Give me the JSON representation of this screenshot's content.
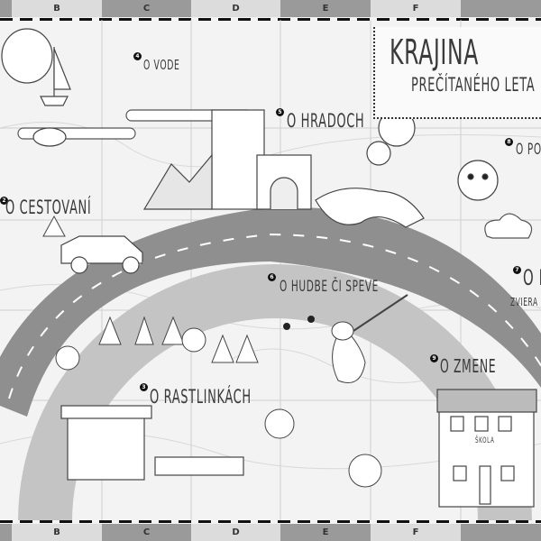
{
  "ruler": {
    "columns": [
      "B",
      "C",
      "D",
      "E",
      "F"
    ]
  },
  "title": {
    "main": "KRAJINA",
    "sub": "PREČÍTANÉHO LETA"
  },
  "sections": [
    {
      "number": "2",
      "label": "O CESTOVANÍ"
    },
    {
      "number": "3",
      "label": "O RASTLINKÁCH"
    },
    {
      "number": "4",
      "label": "O VODE"
    },
    {
      "number": "5",
      "label": "O HRADOCH"
    },
    {
      "number": "6",
      "label": "O HUDBE ČI SPEVE"
    },
    {
      "number": "7",
      "label": "O N",
      "sublabel": "ZVIERA"
    },
    {
      "number": "8",
      "label": "O POČ"
    },
    {
      "number": "9",
      "label": "O ZMENE"
    }
  ],
  "school_sign": "ŠKOLA",
  "colors": {
    "ruler_dark": "#9a9a9b",
    "ruler_light": "#dcdcdd",
    "road": "#8f8f8f",
    "rainbow": "#bdbdbd"
  }
}
